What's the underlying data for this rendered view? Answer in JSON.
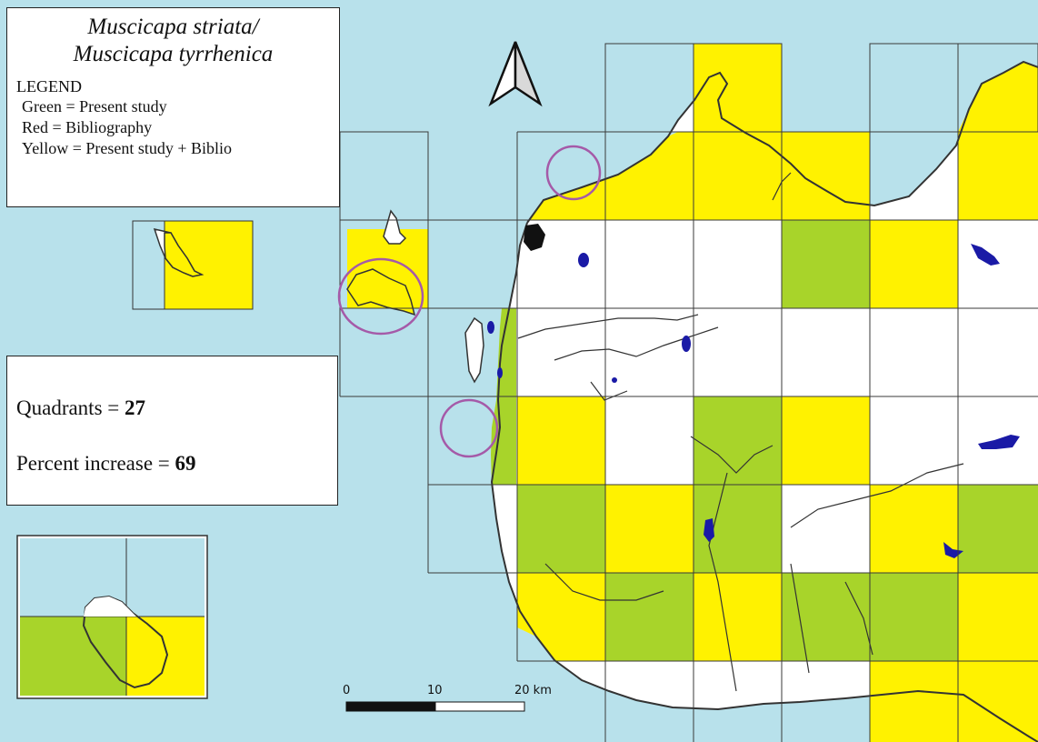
{
  "title": {
    "line1": "Muscicapa striata/",
    "line2": "Muscicapa tyrrhenica"
  },
  "legend": {
    "heading": "LEGEND",
    "items": [
      {
        "label": "Green = Present study",
        "color": "#a8d42a"
      },
      {
        "label": "Red = Bibliography",
        "color": "#e02020"
      },
      {
        "label": "Yellow = Present study + Biblio",
        "color": "#fff200"
      }
    ]
  },
  "stats": {
    "quadrants_label": "Quadrants = ",
    "quadrants_value": "27",
    "increase_label": "Percent increase = ",
    "increase_value": "69"
  },
  "scalebar": {
    "tick_0": "0",
    "tick_10": "10",
    "tick_20": "20 km"
  },
  "colors": {
    "sea": "#b8e1eb",
    "green": "#a8d42a",
    "yellow": "#fff200",
    "land_white": "#ffffff",
    "water_bodies": "#1a1aa6",
    "highlight_circle": "#a55aa8"
  },
  "icons": {
    "north_arrow": "north-arrow-icon"
  }
}
